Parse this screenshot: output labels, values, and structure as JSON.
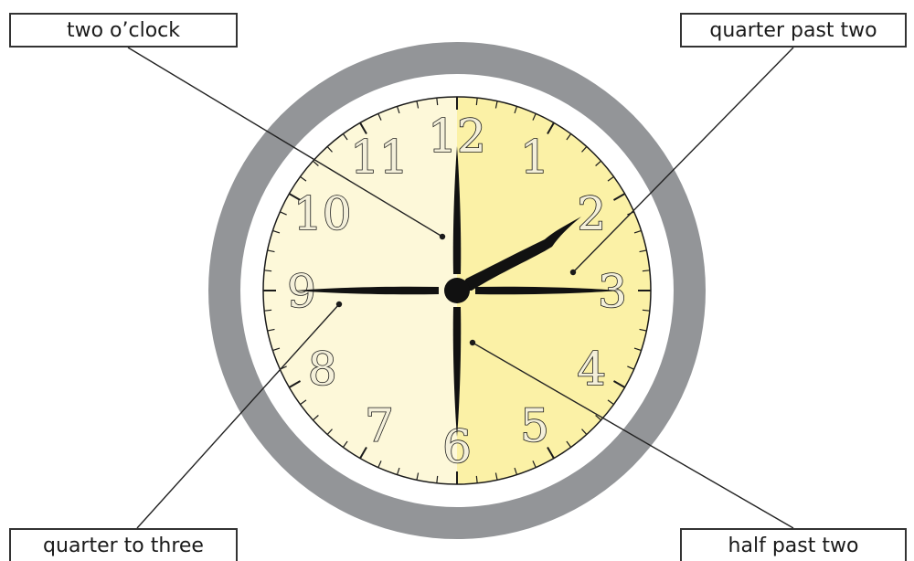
{
  "labels": {
    "top_left": "two o’clock",
    "top_right": "quarter past two",
    "bottom_left": "quarter to three",
    "bottom_right": "half past two"
  },
  "clock": {
    "numerals": [
      "12",
      "1",
      "2",
      "3",
      "4",
      "5",
      "6",
      "7",
      "8",
      "9",
      "10",
      "11"
    ],
    "hour_hand_time": "2:00",
    "highlighted_minutes": [
      0,
      15,
      30,
      45
    ]
  },
  "colors": {
    "outer_ring": "#939598",
    "face_left": "#fdf8d9",
    "face_right": "#fbf1a6",
    "ink": "#1a1a1a",
    "leader_line": "#222222"
  }
}
